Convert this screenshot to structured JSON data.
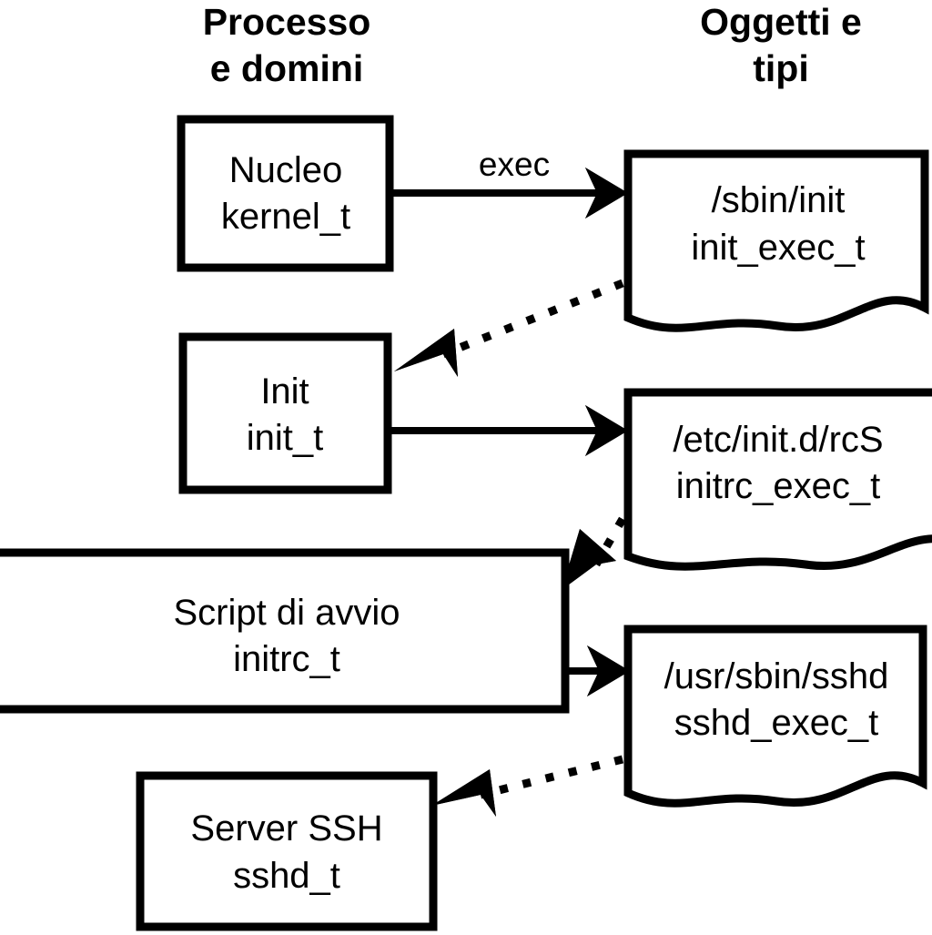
{
  "diagram": {
    "title_columns": {
      "left": "Processo\ne domini",
      "left_line1": "Processo",
      "left_line2": "e domini",
      "right_line1": "Oggetti e",
      "right_line2": "tipi"
    },
    "colors": {
      "background": "#ffffff",
      "stroke": "#000000",
      "text": "#000000"
    },
    "process_nodes": [
      {
        "id": "kernel",
        "line1": "Nucleo",
        "line2": "kernel_t"
      },
      {
        "id": "init",
        "line1": "Init",
        "line2": "init_t"
      },
      {
        "id": "initrc",
        "line1": "Script di avvio",
        "line2": "initrc_t"
      },
      {
        "id": "sshd",
        "line1": "Server SSH",
        "line2": "sshd_t"
      }
    ],
    "object_nodes": [
      {
        "id": "init_exec",
        "line1": "/sbin/init",
        "line2": "init_exec_t"
      },
      {
        "id": "initrc_exec",
        "line1": "/etc/init.d/rcS",
        "line2": "initrc_exec_t"
      },
      {
        "id": "sshd_exec",
        "line1": "/usr/sbin/sshd",
        "line2": "sshd_exec_t"
      }
    ],
    "edges": [
      {
        "id": "kernel-to-init_exec",
        "from": "kernel",
        "to": "init_exec",
        "style": "solid",
        "label": "exec"
      },
      {
        "id": "init_exec-to-init",
        "from": "init_exec",
        "to": "init",
        "style": "dotted",
        "label": ""
      },
      {
        "id": "init-to-initrc_exec",
        "from": "init",
        "to": "initrc_exec",
        "style": "solid",
        "label": ""
      },
      {
        "id": "initrc_exec-to-initrc",
        "from": "initrc_exec",
        "to": "initrc",
        "style": "dotted",
        "label": ""
      },
      {
        "id": "initrc-to-sshd_exec",
        "from": "initrc",
        "to": "sshd_exec",
        "style": "solid",
        "label": ""
      },
      {
        "id": "sshd_exec-to-sshd",
        "from": "sshd_exec",
        "to": "sshd",
        "style": "dotted",
        "label": ""
      }
    ]
  }
}
